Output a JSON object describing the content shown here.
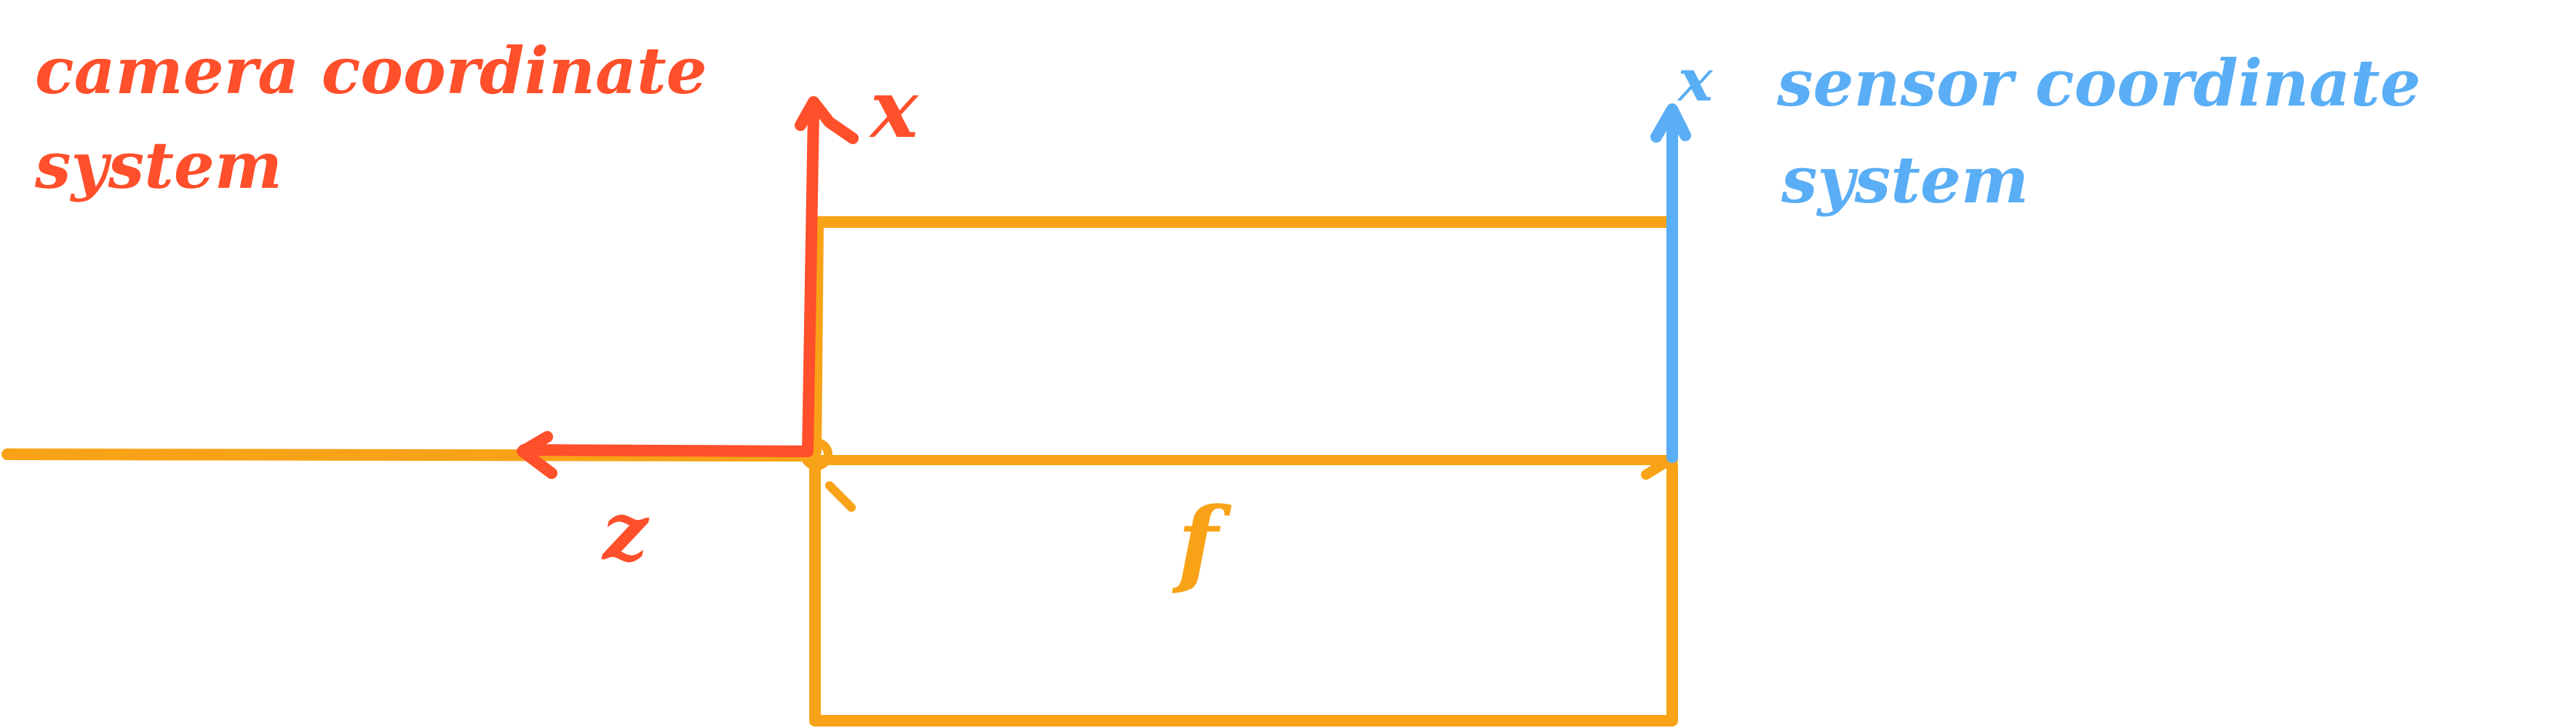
{
  "labels": {
    "camera_system": {
      "line1": "camera coordinate",
      "line2": "system"
    },
    "camera_x_axis": "x",
    "camera_z_axis": "z",
    "sensor_x_axis": "x",
    "sensor_system": {
      "line1": "sensor coordinate",
      "line2": "system"
    },
    "focal_length": "f"
  },
  "colors": {
    "camera": "#ff4f2b",
    "sensor": "#5aaef5",
    "geometry": "#f8a317",
    "background": "#ffffff"
  }
}
